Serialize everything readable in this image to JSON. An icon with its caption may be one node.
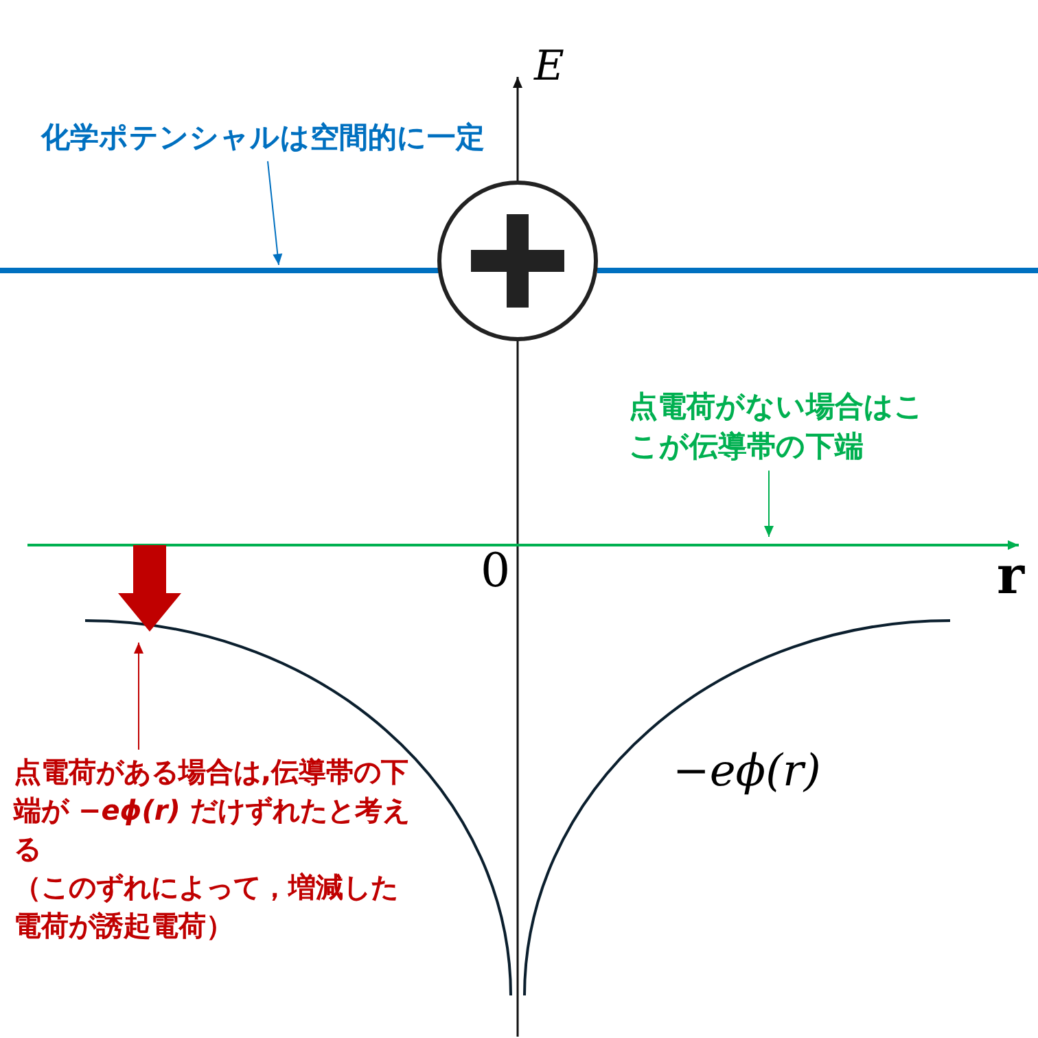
{
  "diagram": {
    "nodes": [
      {
        "text": [
          "化学ポテンシャルは空間的に一定"
        ]
      },
      {
        "text": [],
        "shape": "line"
      },
      {
        "text": [
          "点電荷がない場合はここが伝導帯の下端"
        ]
      },
      {
        "text": [],
        "shape": "line"
      },
      {
        "text": [
          "点電荷がある場合は,伝導帯の下端が *−eϕ(r)* だけずれたと考える",
          "（このずれによって，増減した電荷が誘起電荷）"
        ]
      },
      {
        "text": [],
        "shape": "curve"
      }
    ],
    "edges": [
      {
        "from": 0,
        "to": 1,
        "arrow": "to",
        "color": "#0070c0"
      },
      {
        "from": 2,
        "to": 3,
        "arrow": "to",
        "color": "#00b050"
      },
      {
        "from": 4,
        "to": 5,
        "arrow": "to",
        "color": "#c00000"
      },
      {
        "from": 3,
        "to": 5,
        "arrow": "to",
        "style": "thick",
        "color": "#c00000"
      }
    ],
    "labels": [
      "E",
      "r",
      "0",
      "−eϕ(r)"
    ]
  }
}
